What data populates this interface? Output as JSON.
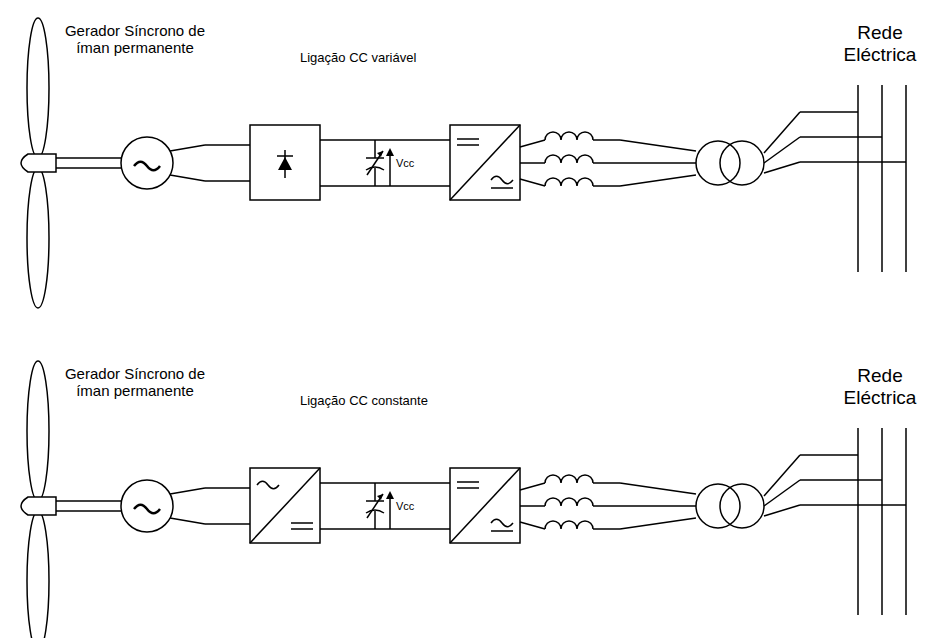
{
  "diagram": {
    "labels": [
      "Gerador Síncrono de íman permanente",
      "Ligação CC variável",
      "Vcc",
      "Rede Eléctrica",
      "Gerador Síncrono de íman permanente",
      "Ligação CC constante",
      "Vcc",
      "Rede Eléctrica"
    ]
  }
}
